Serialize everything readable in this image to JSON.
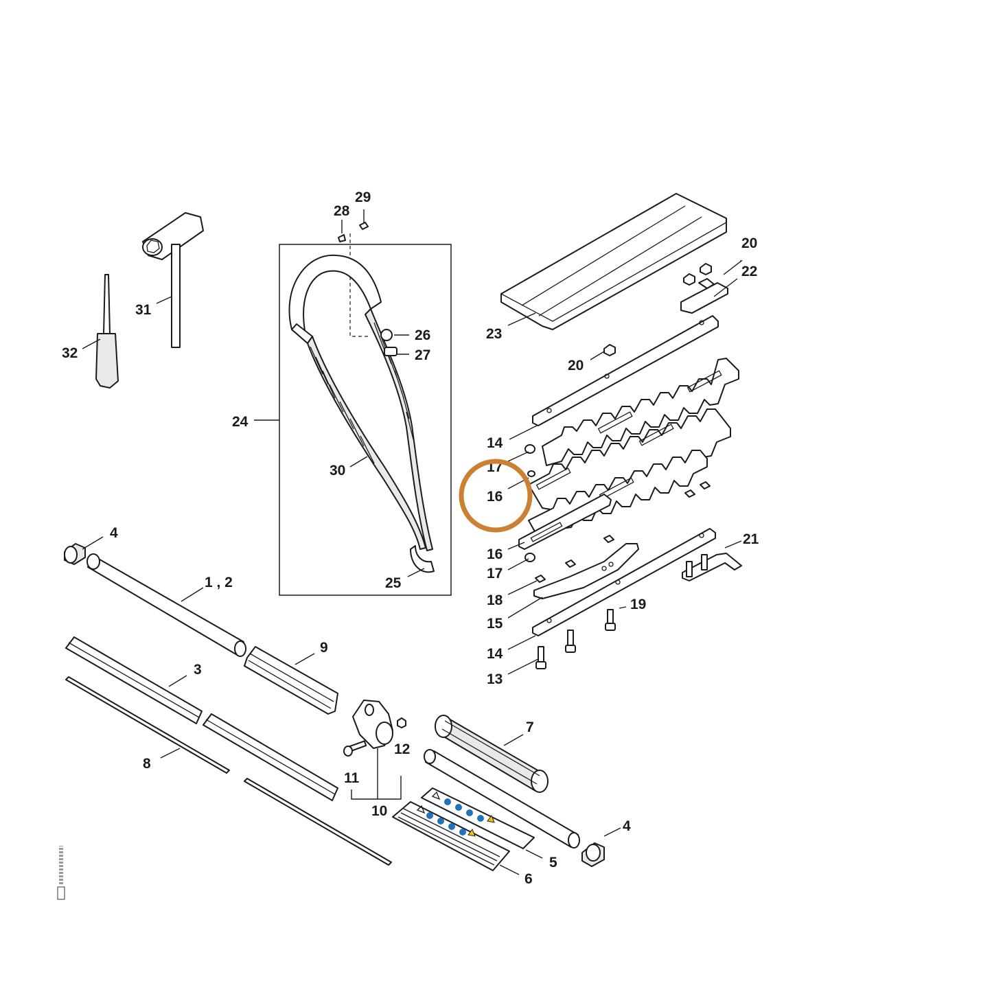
{
  "highlight": {
    "color": "#cc8033",
    "callout": "16"
  },
  "callouts": {
    "c1_2": "1 , 2",
    "c3": "3",
    "c4a": "4",
    "c4b": "4",
    "c5": "5",
    "c6": "6",
    "c7": "7",
    "c8": "8",
    "c9": "9",
    "c10": "10",
    "c11": "11",
    "c12": "12",
    "c13": "13",
    "c14a": "14",
    "c14b": "14",
    "c15": "15",
    "c16a": "16",
    "c16b": "16",
    "c17a": "17",
    "c17b": "17",
    "c18": "18",
    "c19": "19",
    "c20a": "20",
    "c20b": "20",
    "c21": "21",
    "c22": "22",
    "c23": "23",
    "c24": "24",
    "c25": "25",
    "c26": "26",
    "c27": "27",
    "c28": "28",
    "c29": "29",
    "c30": "30",
    "c31": "31",
    "c32": "32"
  },
  "icons": [
    "shaft-tube",
    "drive-shaft",
    "bushing",
    "hedge-blade",
    "shoulder-strap",
    "combination-wrench",
    "screwdriver",
    "warning-label"
  ]
}
